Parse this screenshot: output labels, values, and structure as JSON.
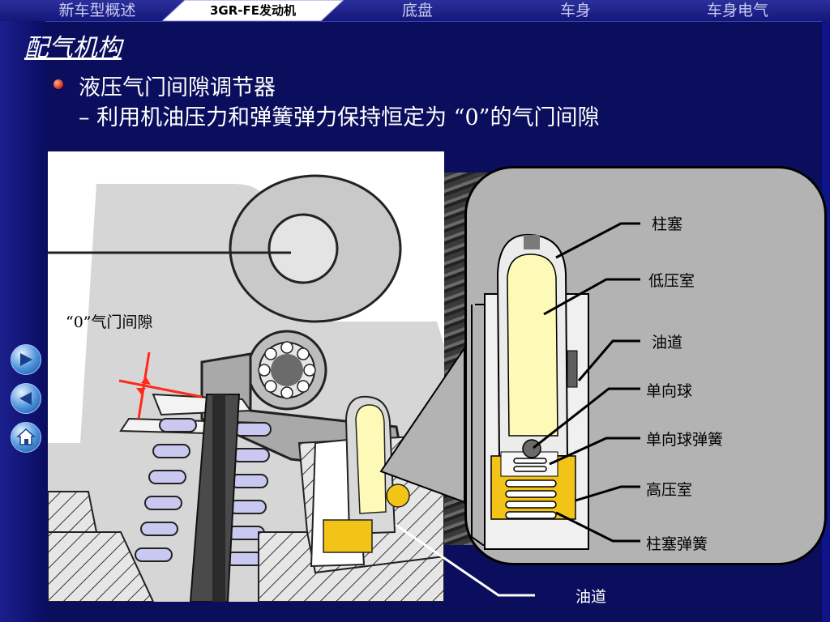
{
  "nav": {
    "items": [
      {
        "label": "新车型概述"
      },
      {
        "label": "3GR-FE发动机"
      },
      {
        "label": "底盘"
      },
      {
        "label": "车身"
      },
      {
        "label": "车身电气"
      }
    ],
    "active_index": 1
  },
  "page": {
    "title": "配气机构",
    "bullet_main": "液压气门间隙调节器",
    "bullet_sub": "– 利用机油压力和弹簧弹力保持恒定为 “0”的气门间隙"
  },
  "figure": {
    "clearance_label": "“0”气门间隙",
    "bottom_label": "油道"
  },
  "callout": {
    "labels": [
      "柱塞",
      "低压室",
      "油道",
      "单向球",
      "单向球弹簧",
      "高压室",
      "柱塞弹簧"
    ]
  },
  "side_nav": {
    "icons": [
      "forward-arrow-icon",
      "back-arrow-icon",
      "home-icon"
    ]
  },
  "colors": {
    "background": "#0b0e5c",
    "oil_low_pressure": "#fdf9b6",
    "oil_high_pressure": "#f2c418",
    "spring": "#c8c8f0",
    "clearance_marker": "#ff2a1a"
  }
}
